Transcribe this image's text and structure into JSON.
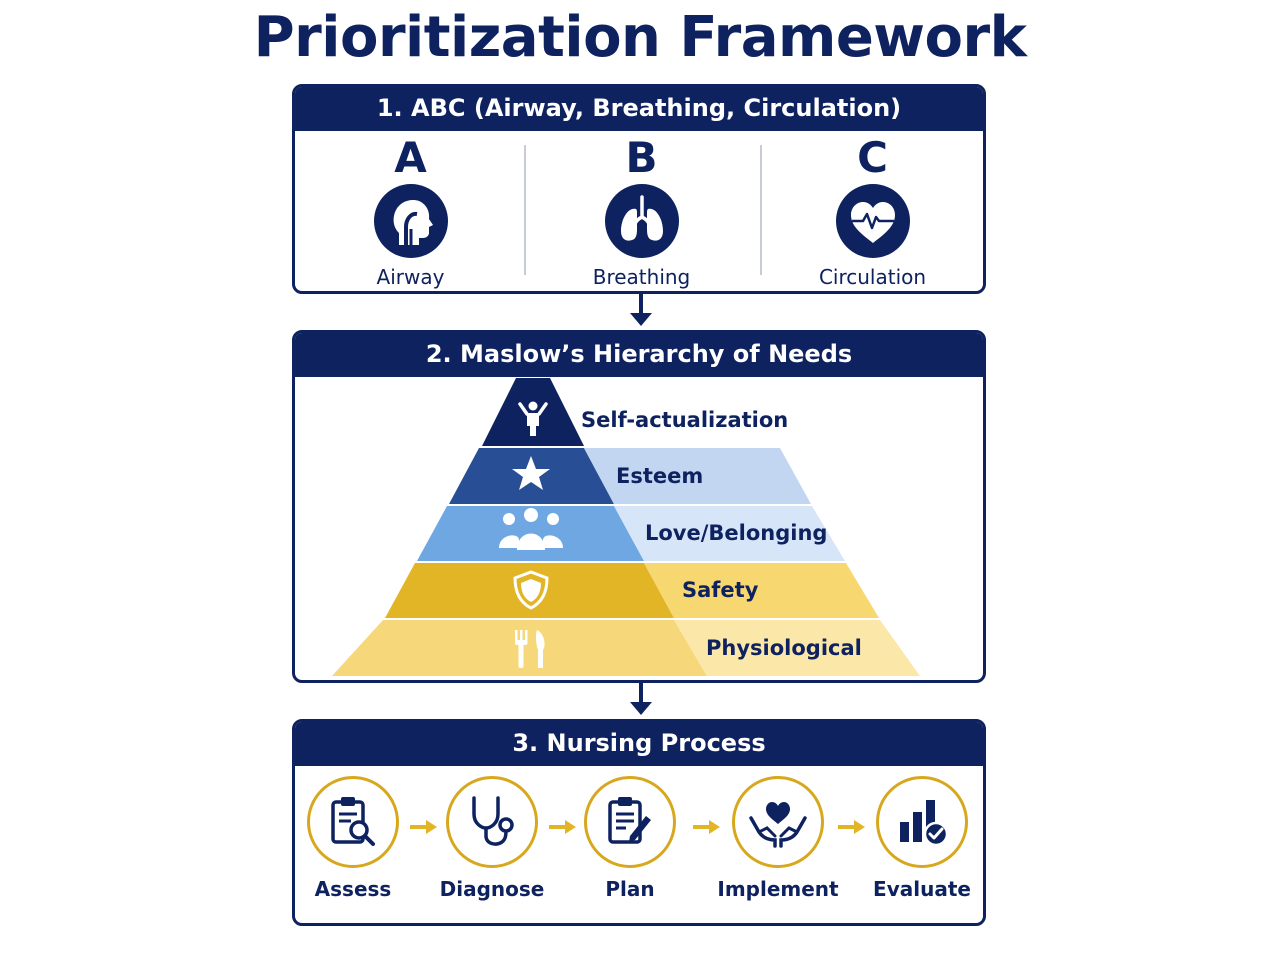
{
  "title": "Prioritization Framework",
  "abc": {
    "header": "1. ABC (Airway, Breathing, Circulation)",
    "items": [
      {
        "letter": "A",
        "label": "Airway",
        "icon": "airway-head-icon"
      },
      {
        "letter": "B",
        "label": "Breathing",
        "icon": "lungs-icon"
      },
      {
        "letter": "C",
        "label": "Circulation",
        "icon": "heart-pulse-icon"
      }
    ]
  },
  "maslow": {
    "header": "2. Maslow’s Hierarchy of Needs",
    "levels": [
      {
        "label": "Self-actualization",
        "icon": "person-arms-raised-icon",
        "color_dark": "#0f2260",
        "color_light": "#ffffff"
      },
      {
        "label": "Esteem",
        "icon": "star-icon",
        "color_dark": "#284f95",
        "color_light": "#c3d6f1"
      },
      {
        "label": "Love/Belonging",
        "icon": "people-group-icon",
        "color_dark": "#6fa7e2",
        "color_light": "#d6e6f8"
      },
      {
        "label": "Safety",
        "icon": "shield-icon",
        "color_dark": "#e2b526",
        "color_light": "#f7d870"
      },
      {
        "label": "Physiological",
        "icon": "fork-knife-icon",
        "color_dark": "#f6d779",
        "color_light": "#fbe7a8"
      }
    ]
  },
  "process": {
    "header": "3. Nursing Process",
    "steps": [
      {
        "label": "Assess",
        "icon": "clipboard-search-icon"
      },
      {
        "label": "Diagnose",
        "icon": "stethoscope-icon"
      },
      {
        "label": "Plan",
        "icon": "clipboard-pencil-icon"
      },
      {
        "label": "Implement",
        "icon": "hands-heart-icon"
      },
      {
        "label": "Evaluate",
        "icon": "bar-chart-check-icon"
      }
    ]
  },
  "colors": {
    "navy": "#0f2260",
    "gold": "#d7a81e",
    "arrow_gold": "#e2b526"
  }
}
